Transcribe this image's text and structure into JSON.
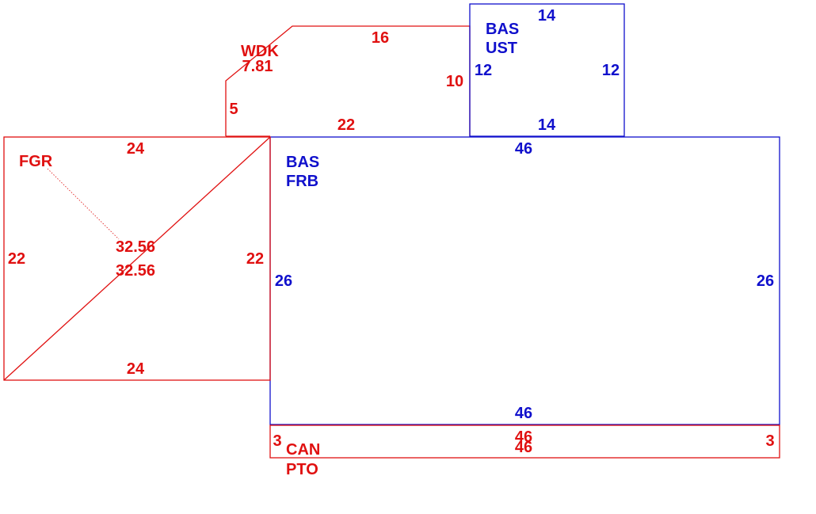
{
  "colors": {
    "red": "#e01010",
    "blue": "#1010cc",
    "background": "#ffffff"
  },
  "areas": [
    {
      "id": "bas-frb",
      "color": "blue",
      "code_line1": "BAS",
      "code_line2": "FRB",
      "dims": {
        "top": "46",
        "bottom": "46",
        "left": "26",
        "right": "26"
      }
    },
    {
      "id": "bas-ust",
      "color": "blue",
      "code_line1": "BAS",
      "code_line2": "UST",
      "dims": {
        "top": "14",
        "bottom": "14",
        "left": "12",
        "right": "12"
      }
    },
    {
      "id": "wdk",
      "color": "red",
      "code_line1": "WDK",
      "dims": {
        "top": "16",
        "diagonal": "7.81",
        "left": "5",
        "right": "10",
        "bottom": "22"
      }
    },
    {
      "id": "fgr",
      "color": "red",
      "code_line1": "FGR",
      "dims": {
        "top": "24",
        "bottom": "24",
        "left": "22",
        "right": "22",
        "diagonal_upper": "32.56",
        "diagonal_lower": "32.56"
      }
    },
    {
      "id": "can-pto",
      "color": "red",
      "code_line1": "CAN",
      "code_line2": "PTO",
      "dims": {
        "top": "46",
        "bottom": "46",
        "left": "3",
        "right": "3"
      }
    }
  ]
}
